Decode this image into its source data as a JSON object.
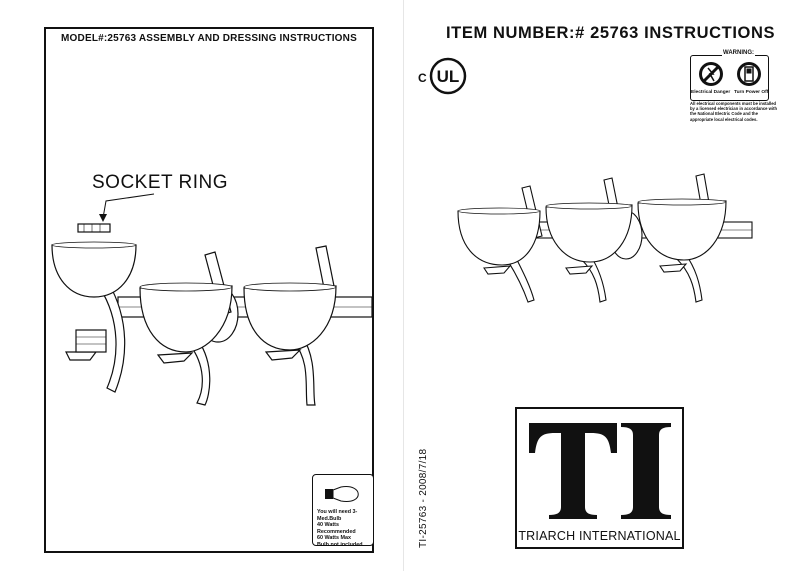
{
  "left_page": {
    "title": "MODEL#:25763 ASSEMBLY AND DRESSING INSTRUCTIONS",
    "callout": "SOCKET RING",
    "bulb_note": {
      "icon": "light-bulb-icon",
      "lines": [
        "You will need 3- Med.Bulb",
        "40 Watts Recommended",
        "60 Watts Max",
        "Bulb not included."
      ]
    }
  },
  "right_page": {
    "title": "ITEM NUMBER:# 25763  INSTRUCTIONS",
    "certification": {
      "prefix": "C",
      "mark": "UL"
    },
    "warning": {
      "title": "WARNING:",
      "left_label": "Electrical Danger",
      "right_label": "Turn Power Off",
      "note": "All electrical components must be installed by a licensed electrician in accordance with the National Electric Code and the appropriate local electrical codes."
    },
    "logo": {
      "letters": "TI",
      "company": "TRIARCH INTERNATIONAL"
    },
    "document_code": "TI-25763 - 2008/7/18"
  }
}
